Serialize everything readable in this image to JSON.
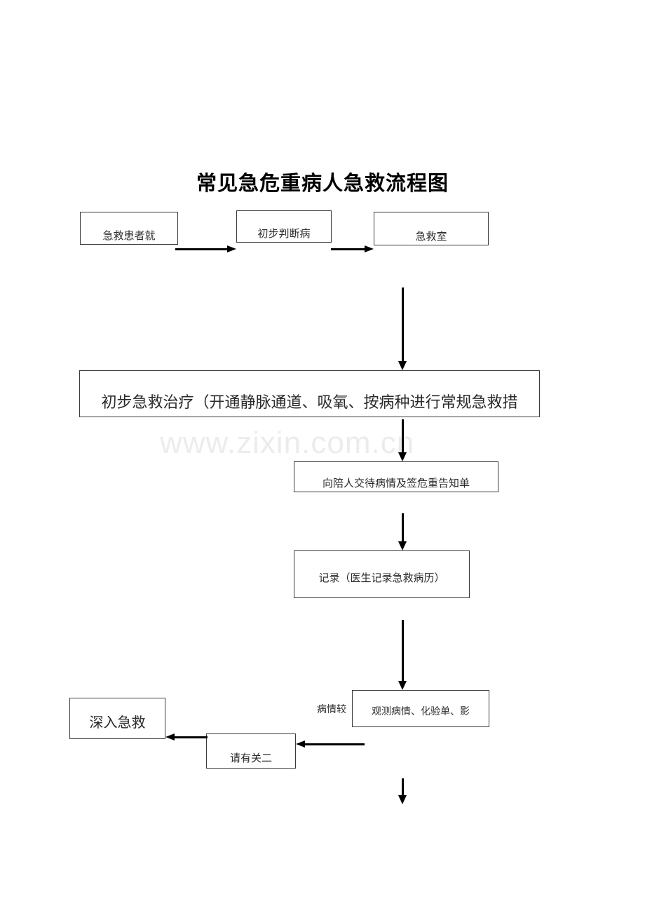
{
  "document": {
    "title": "常见急危重病人急救流程图",
    "watermark": "www.zixin.com.cn"
  },
  "flowchart": {
    "type": "diagram",
    "orientation": "top-to-bottom",
    "nodes": [
      {
        "id": "arrival",
        "label": "急救患者就"
      },
      {
        "id": "triage",
        "label": "初步判断病"
      },
      {
        "id": "er",
        "label": "急救室"
      },
      {
        "id": "initial",
        "label": "初步急救治疗（开通静脉通道、吸氧、按病种进行常规急救措"
      },
      {
        "id": "inform",
        "label": "向陪人交待病情及签危重告知单"
      },
      {
        "id": "record",
        "label": "记录（医生记录急救病历）"
      },
      {
        "id": "observe",
        "label": "观测病情、化验单、影"
      },
      {
        "id": "consult",
        "label": "请有关二"
      },
      {
        "id": "deep",
        "label": "深入急救"
      }
    ],
    "edges": [
      {
        "from": "arrival",
        "to": "triage",
        "label": ""
      },
      {
        "from": "triage",
        "to": "er",
        "label": ""
      },
      {
        "from": "er",
        "to": "initial",
        "label": ""
      },
      {
        "from": "initial",
        "to": "inform",
        "label": ""
      },
      {
        "from": "inform",
        "to": "record",
        "label": ""
      },
      {
        "from": "record",
        "to": "observe",
        "label": ""
      },
      {
        "from": "observe",
        "to": "consult",
        "label": "病情较"
      },
      {
        "from": "consult",
        "to": "deep",
        "label": ""
      },
      {
        "from": "observe",
        "to": "",
        "label": ""
      }
    ],
    "edge_labels": {
      "severe": "病情较"
    }
  }
}
